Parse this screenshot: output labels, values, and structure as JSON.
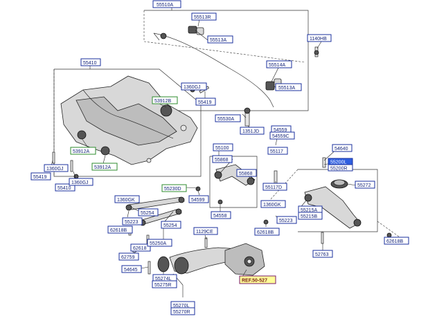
{
  "labels": {
    "l55510A": "55510A",
    "l55513R": "55513R",
    "l55513A_top": "55513A",
    "l1140HB": "1140HB",
    "l55514A": "55514A",
    "l55513A_right": "55513A",
    "l55410_top": "55410",
    "l1360GJ_top": "1360GJ",
    "l55419_top": "55419",
    "l53912B": "53912B",
    "l55530A": "55530A",
    "l1351JD": "1351JD",
    "l54559": "54559",
    "l54559C": "54559C",
    "l55117_top": "55117",
    "l53912A_a": "53912A",
    "l53912A_b": "53912A",
    "l1360GJ_left": "1360GJ",
    "l55419_left": "55419",
    "l55410_left": "55410",
    "l1360GJ_left2": "1360GJ",
    "l55100": "55100",
    "l55868_a": "55868",
    "l55868_b": "55868",
    "l55117D": "55117D",
    "l54640": "54640",
    "l55200L": "55200L",
    "l55200R": "55200R",
    "l55272": "55272",
    "l55230D": "55230D",
    "l54599": "54599",
    "l54558": "54558",
    "l1360GK_a": "1360GK",
    "l1360GK_b": "1360GK",
    "l55254_a": "55254",
    "l55223_a": "55223",
    "l55254_b": "55254",
    "l62618B_a": "62618B",
    "l62618_a": "62618",
    "l55250A": "55250A",
    "l55215A": "55215A",
    "l55215B": "55215B",
    "l55223_b": "55223",
    "l62618B_b": "62618B",
    "l62618B_c": "62618B",
    "l1129CE": "1129CE",
    "l62759": "62759",
    "l54645": "54645",
    "l55274L": "55274L",
    "l55275R": "55275R",
    "l55270L": "55270L",
    "l55270R": "55270R",
    "l52763": "52763",
    "lREF": "REF.50-527"
  },
  "colors": {
    "label_border": "#1a2f9c",
    "label_text": "#14247a",
    "highlight_fill": "#2f5fe0",
    "green_border": "#2e8b2e",
    "ref_fill": "#ffff99"
  }
}
